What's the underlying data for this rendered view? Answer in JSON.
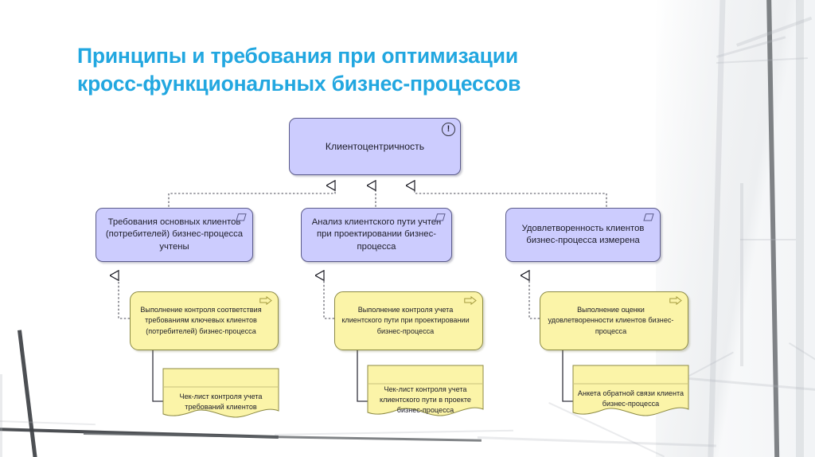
{
  "slide": {
    "title_line1": "Принципы и требования при оптимизации",
    "title_line2": "кросс-функциональных бизнес-процессов",
    "title_color": "#22a7e0"
  },
  "colors": {
    "goal_fill": "#ccccfe",
    "goal_stroke": "#5b5b8a",
    "process_fill": "#fbf4a8",
    "process_stroke": "#8c8a43",
    "connector_dashed": "#4a4a55",
    "connector_solid": "#33333d"
  },
  "diagram": {
    "root": {
      "id": "root-goal",
      "label": "Клиентоцентричность",
      "badge": "exclamation-icon",
      "badge_glyph": "!"
    },
    "requirements": [
      {
        "id": "req-1",
        "label": "Требования основных клиентов (потребителей) бизнес-процесса учтены",
        "badge": "parallelogram-icon"
      },
      {
        "id": "req-2",
        "label": "Анализ клиентского пути учтен при проектировании бизнес-процесса",
        "badge": "parallelogram-icon"
      },
      {
        "id": "req-3",
        "label": "Удовлетворенность клиентов бизнес-процесса измерена",
        "badge": "parallelogram-icon"
      }
    ],
    "processes": [
      {
        "id": "proc-1",
        "label": "Выполнение контроля соответствия требованиям ключевых клиентов (потребителей) бизнес-процесса",
        "badge": "right-arrow-icon"
      },
      {
        "id": "proc-2",
        "label": "Выполнение контроля учета клиентского пути при проектировании бизнес-процесса",
        "badge": "right-arrow-icon"
      },
      {
        "id": "proc-3",
        "label": "Выполнение оценки удовлетворенности клиентов бизнес-процесса",
        "badge": "right-arrow-icon"
      }
    ],
    "documents": [
      {
        "id": "doc-1",
        "label": "Чек-лист контроля учета требований клиентов"
      },
      {
        "id": "doc-2",
        "label": "Чек-лист контроля учета клиентского пути в проекте бизнес-процесса"
      },
      {
        "id": "doc-3",
        "label": "Анкета обратной связи клиента бизнес-процесса"
      }
    ]
  }
}
